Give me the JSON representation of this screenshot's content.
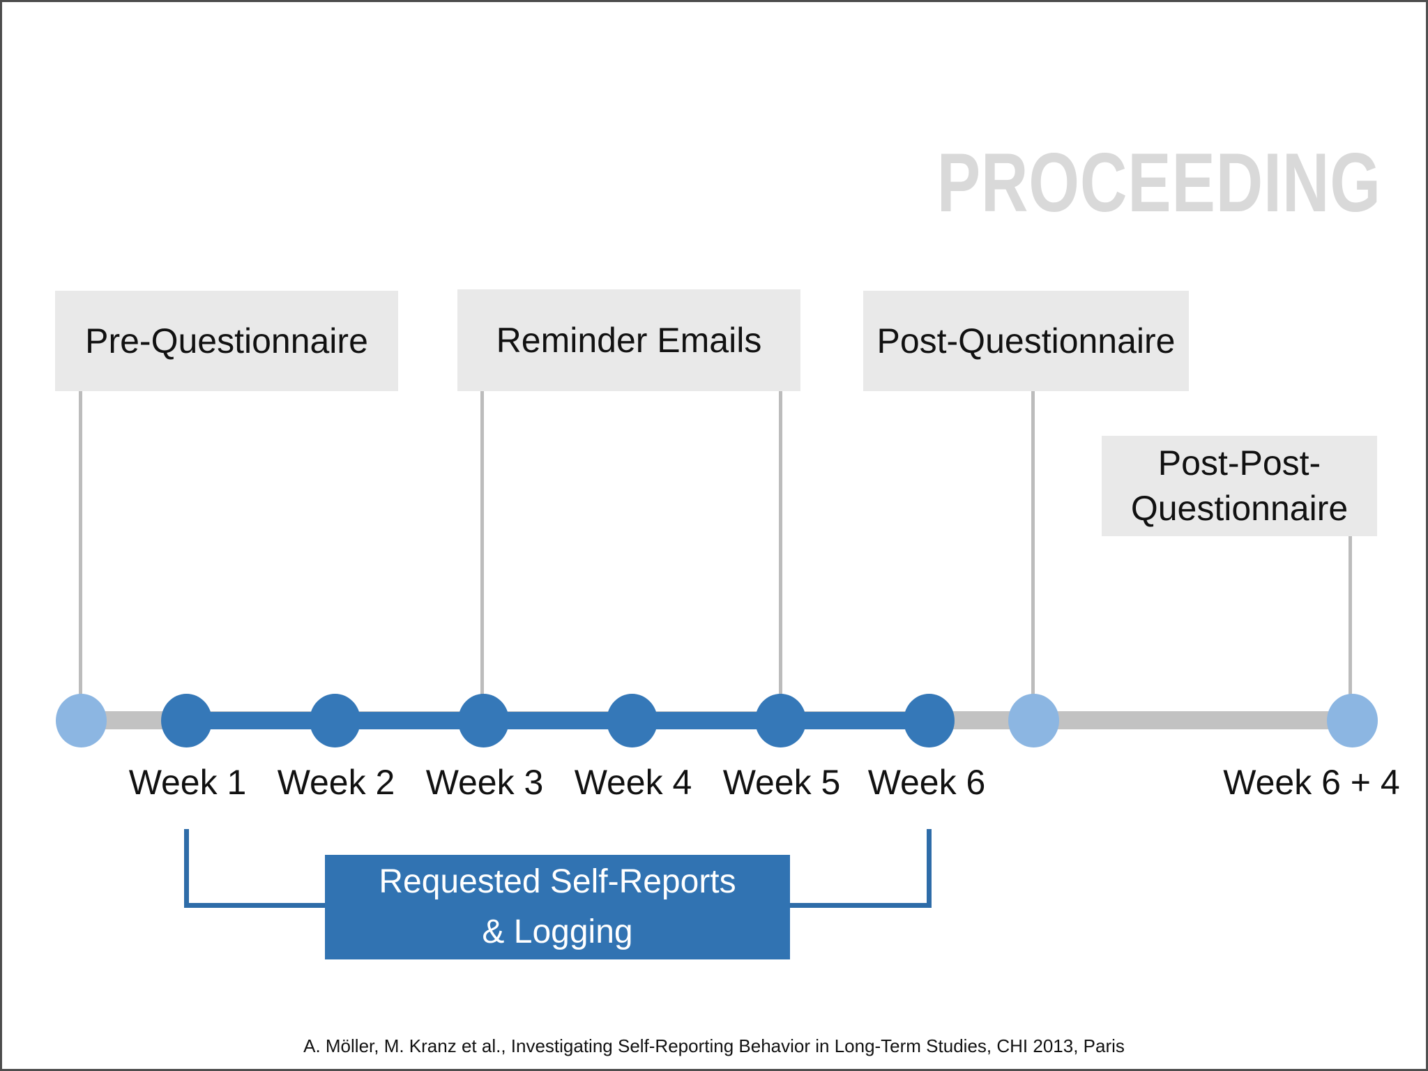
{
  "slide": {
    "title": "PROCEEDING",
    "citation": "A. Möller, M. Kranz et al., Investigating Self-Reporting Behavior in Long-Term Studies, CHI 2013, Paris"
  },
  "labels": {
    "pre": "Pre-Questionnaire",
    "reminder": "Reminder Emails",
    "post": "Post-Questionnaire",
    "post_post_line1": "Post-Post-",
    "post_post_line2": "Questionnaire"
  },
  "timeline": {
    "weeks": [
      "Week 1",
      "Week 2",
      "Week 3",
      "Week 4",
      "Week 5",
      "Week 6"
    ],
    "final_week": "Week 6 + 4",
    "active_range": "Week 1 to Week 6",
    "milestones": [
      {
        "name": "start",
        "type": "light"
      },
      {
        "name": "week-1",
        "type": "dark"
      },
      {
        "name": "week-2",
        "type": "dark"
      },
      {
        "name": "week-3",
        "type": "dark"
      },
      {
        "name": "week-4",
        "type": "dark"
      },
      {
        "name": "week-5",
        "type": "dark"
      },
      {
        "name": "week-6",
        "type": "dark"
      },
      {
        "name": "post-questionnaire",
        "type": "light"
      },
      {
        "name": "week-6-plus-4",
        "type": "light"
      }
    ]
  },
  "annotation": {
    "line1": "Requested Self-Reports",
    "line2": "& Logging"
  },
  "colors": {
    "timeline_active": "#3578b8",
    "timeline_inactive": "#c2c2c2",
    "milestone_light": "#8cb6e2",
    "annotation_box": "#3173b2",
    "bracket": "#2e6ca8",
    "label_box_bg": "#e9e9e9",
    "title_gray": "#d9d9d9"
  }
}
